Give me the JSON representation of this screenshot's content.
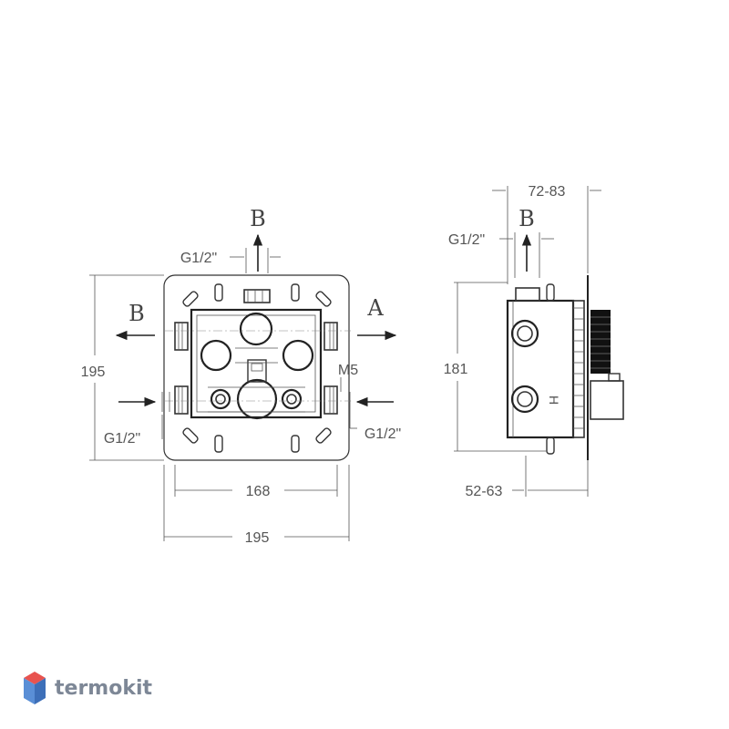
{
  "front_view": {
    "dim_width_inner": "168",
    "dim_width_outer": "195",
    "dim_height": "195",
    "label_top_thread": "G1/2\"",
    "label_left_thread": "G1/2\"",
    "label_right_thread": "G1/2\"",
    "label_screw": "M5",
    "outlet_top": "B",
    "outlet_left": "B",
    "outlet_right": "A"
  },
  "side_view": {
    "dim_depth_top": "72-83",
    "dim_depth_bottom": "52-63",
    "dim_height": "181",
    "label_thread": "G1/2\"",
    "outlet_top": "B",
    "mark_h": "H"
  },
  "logo": {
    "text": "termokit",
    "colors": {
      "top": "#e8534f",
      "left": "#5a8fd6",
      "right": "#3d6fb8",
      "text": "#7d8796"
    }
  }
}
